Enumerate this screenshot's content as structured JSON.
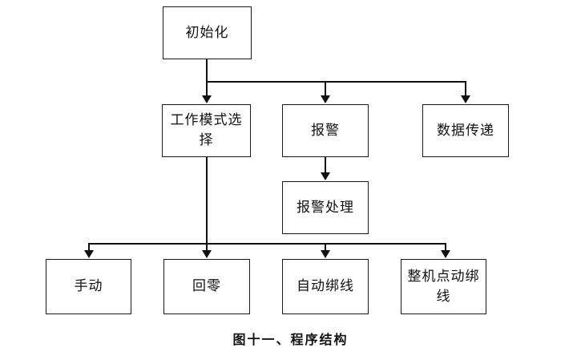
{
  "figure": {
    "caption": "图十一、程序结构",
    "background_color": "#ffffff",
    "line_color": "#111111",
    "text_color": "#111111"
  },
  "nodes": {
    "init": {
      "label": "初始化"
    },
    "work_mode": {
      "label": "工作模式选择"
    },
    "alarm": {
      "label": "报警"
    },
    "data_transfer": {
      "label": "数据传递"
    },
    "alarm_handle": {
      "label": "报警处理"
    },
    "manual": {
      "label": "手动"
    },
    "return_zero": {
      "label": "回零"
    },
    "auto_bind": {
      "label": "自动绑线"
    },
    "machine_jog_bind": {
      "label": "整机点动绑线"
    }
  }
}
